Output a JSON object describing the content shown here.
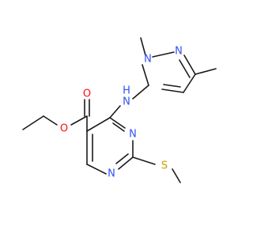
{
  "molecule": {
    "atoms": [
      {
        "id": "methyl_pyrazole_N",
        "label": "",
        "color": "#1a1a1a"
      },
      {
        "id": "N1",
        "label": "N",
        "color": "#3050F8"
      },
      {
        "id": "N2",
        "label": "N",
        "color": "#3050F8"
      },
      {
        "id": "NH",
        "label": "H",
        "sublabel": "N",
        "color": "#3050F8"
      },
      {
        "id": "O_carbonyl",
        "label": "O",
        "color": "#FF0D0D"
      },
      {
        "id": "O_ester",
        "label": "O",
        "color": "#FF0D0D"
      },
      {
        "id": "N_pyr_top",
        "label": "N",
        "color": "#3050F8"
      },
      {
        "id": "N_pyr_bottom",
        "label": "N",
        "color": "#3050F8"
      },
      {
        "id": "S",
        "label": "S",
        "color": "#C8A000"
      }
    ],
    "colors": {
      "bond": "#1a1a1a",
      "nitrogen": "#3050F8",
      "oxygen": "#FF0D0D",
      "sulfur": "#C8A000"
    }
  }
}
